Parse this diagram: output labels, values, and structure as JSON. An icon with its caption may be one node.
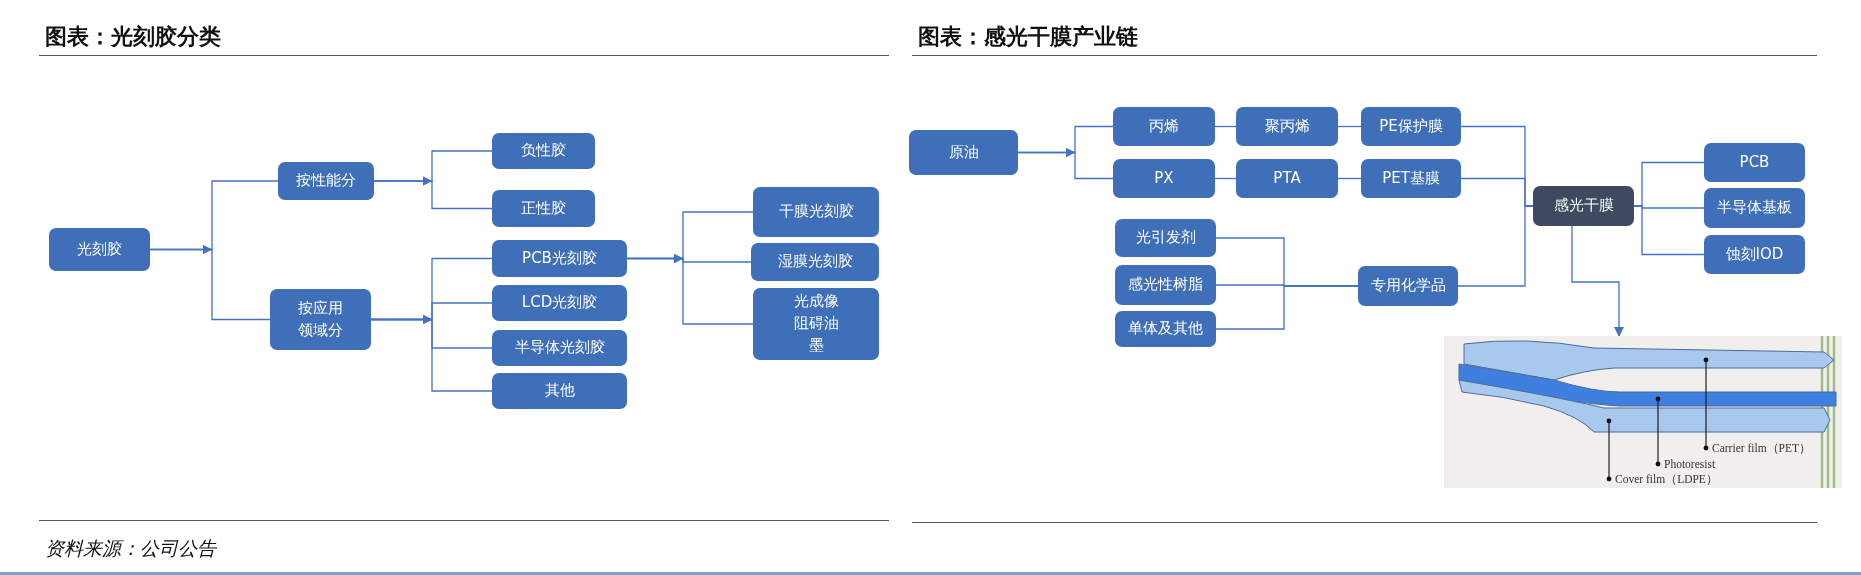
{
  "diagram": {
    "nodes": [
      {
        "text": [
          "光刻胶"
        ]
      },
      {
        "text": [
          "按性能分"
        ]
      },
      {
        "text": [
          "按应用领域分"
        ]
      },
      {
        "text": [
          "负性胶"
        ]
      },
      {
        "text": [
          "正性胶"
        ]
      },
      {
        "text": [
          "PCB光刻胶"
        ]
      },
      {
        "text": [
          "LCD光刻胶"
        ]
      },
      {
        "text": [
          "半导体光刻胶"
        ]
      },
      {
        "text": [
          "其他"
        ]
      },
      {
        "text": [
          "干膜光刻胶"
        ]
      },
      {
        "text": [
          "湿膜光刻胶"
        ]
      },
      {
        "text": [
          "光成像阻碍油墨"
        ]
      },
      {
        "text": [
          "原油"
        ]
      },
      {
        "text": [
          "丙烯"
        ]
      },
      {
        "text": [
          "聚丙烯"
        ]
      },
      {
        "text": [
          "PE保护膜"
        ]
      },
      {
        "text": [
          "PX"
        ]
      },
      {
        "text": [
          "PTA"
        ]
      },
      {
        "text": [
          "PET基膜"
        ]
      },
      {
        "text": [
          "光引发剂"
        ]
      },
      {
        "text": [
          "感光性树脂"
        ]
      },
      {
        "text": [
          "单体及其他"
        ]
      },
      {
        "text": [
          "专用化学品"
        ]
      },
      {
        "text": [
          "感光干膜"
        ]
      },
      {
        "text": [
          "PCB"
        ]
      },
      {
        "text": [
          "半导体基板"
        ]
      },
      {
        "text": [
          "蚀刻IOD"
        ]
      },
      {
        "text": [],
        "shape": "picture"
      },
      {
        "text": [],
        "shape": "bar",
        "in": 27
      },
      {
        "text": [],
        "shape": "bar",
        "in": 27
      },
      {
        "text": [],
        "shape": "bar",
        "in": 27
      },
      {
        "text": [
          "Carrier film（PET）"
        ],
        "in": 27
      },
      {
        "text": [
          "Photoresist"
        ],
        "in": 27
      },
      {
        "text": [
          "Cover film（LDPE）"
        ],
        "in": 27
      }
    ],
    "edges": [
      {
        "from": 0,
        "to": 1,
        "arrow": "to"
      },
      {
        "from": 0,
        "to": 2,
        "arrow": "to"
      },
      {
        "from": 1,
        "to": 3,
        "arrow": "to"
      },
      {
        "from": 1,
        "to": 4,
        "arrow": "to"
      },
      {
        "from": 2,
        "to": 5,
        "arrow": "to"
      },
      {
        "from": 2,
        "to": 6,
        "arrow": "to"
      },
      {
        "from": 2,
        "to": 7,
        "arrow": "to"
      },
      {
        "from": 2,
        "to": 8,
        "arrow": "to"
      },
      {
        "from": 5,
        "to": 9,
        "arrow": "to"
      },
      {
        "from": 5,
        "to": 10,
        "arrow": "to"
      },
      {
        "from": 5,
        "to": 11,
        "arrow": "to"
      },
      {
        "from": 12,
        "to": 13,
        "arrow": "to"
      },
      {
        "from": 12,
        "to": 16,
        "arrow": "to"
      },
      {
        "from": 13,
        "to": 14,
        "arrow": "none"
      },
      {
        "from": 14,
        "to": 15,
        "arrow": "none"
      },
      {
        "from": 16,
        "to": 17,
        "arrow": "none"
      },
      {
        "from": 17,
        "to": 18,
        "arrow": "none"
      },
      {
        "from": 15,
        "to": 23,
        "arrow": "none"
      },
      {
        "from": 18,
        "to": 23,
        "arrow": "none"
      },
      {
        "from": 22,
        "to": 23,
        "arrow": "none"
      },
      {
        "from": 19,
        "to": 22,
        "arrow": "none"
      },
      {
        "from": 20,
        "to": 22,
        "arrow": "none"
      },
      {
        "from": 21,
        "to": 22,
        "arrow": "none"
      },
      {
        "from": 23,
        "to": 24,
        "arrow": "none"
      },
      {
        "from": 23,
        "to": 25,
        "arrow": "none"
      },
      {
        "from": 23,
        "to": 26,
        "arrow": "none"
      },
      {
        "from": 23,
        "to": 27,
        "arrow": "to"
      },
      {
        "from": 31,
        "to": 28,
        "arrow": "other",
        "color": "#111111"
      },
      {
        "from": 32,
        "to": 29,
        "arrow": "other",
        "color": "#111111"
      },
      {
        "from": 33,
        "to": 30,
        "arrow": "other",
        "color": "#111111"
      }
    ],
    "labels": [
      "图表：光刻胶分类",
      "图表：感光干膜产业链",
      "资料来源：公司公告"
    ]
  }
}
